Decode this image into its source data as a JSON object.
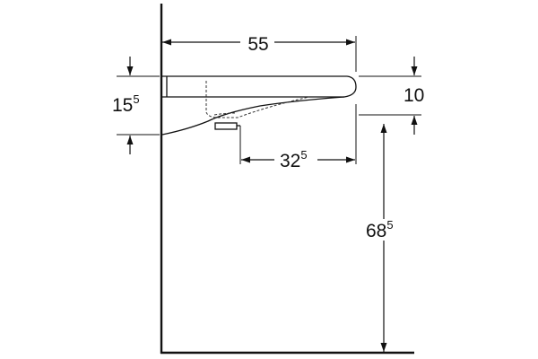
{
  "dimensions": {
    "width_top": {
      "main": "55",
      "sup": ""
    },
    "offset": {
      "main": "32",
      "sup": "5"
    },
    "basin_depth": {
      "main": "15",
      "sup": "5"
    },
    "rim_thickness": {
      "main": "10",
      "sup": ""
    },
    "mount_height": {
      "main": "68",
      "sup": "5"
    }
  },
  "colors": {
    "line": "#111111",
    "hidden_line": "#333333",
    "background": "#ffffff"
  }
}
